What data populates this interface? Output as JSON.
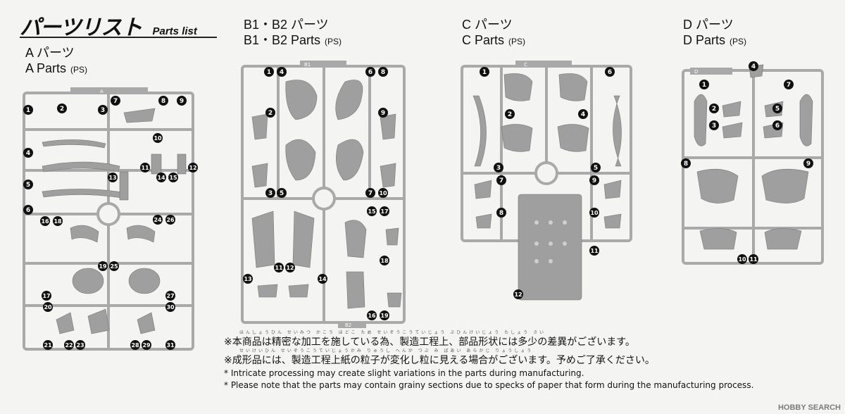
{
  "header": {
    "title_jp": "パーツリスト",
    "title_en": "Parts list"
  },
  "runners": [
    {
      "id": "A",
      "name_jp": "A パーツ",
      "name_en": "A Parts",
      "material": "(PS)",
      "tag": "A",
      "numbers": [
        "1",
        "2",
        "3",
        "4",
        "5",
        "6",
        "7",
        "8",
        "9",
        "10",
        "11",
        "12",
        "13",
        "14",
        "15",
        "16",
        "17",
        "18",
        "19",
        "20",
        "21",
        "22",
        "23",
        "24",
        "25",
        "26",
        "27",
        "28",
        "29",
        "30",
        "31"
      ]
    },
    {
      "id": "B",
      "name_jp": "B1・B2 パーツ",
      "name_en": "B1・B2 Parts",
      "material": "(PS)",
      "tag_top": "B1",
      "tag_bottom": "B2",
      "numbers": [
        "1",
        "2",
        "3",
        "4",
        "5",
        "6",
        "7",
        "8",
        "9",
        "10",
        "11",
        "12",
        "13",
        "14",
        "15",
        "16",
        "17",
        "18",
        "19"
      ]
    },
    {
      "id": "C",
      "name_jp": "C パーツ",
      "name_en": "C Parts",
      "material": "(PS)",
      "tag": "C",
      "numbers": [
        "1",
        "2",
        "3",
        "4",
        "5",
        "6",
        "7",
        "8",
        "9",
        "10",
        "11",
        "12"
      ]
    },
    {
      "id": "D",
      "name_jp": "D パーツ",
      "name_en": "D Parts",
      "material": "(PS)",
      "tag": "D",
      "numbers": [
        "1",
        "2",
        "3",
        "4",
        "5",
        "6",
        "7",
        "8",
        "9",
        "10",
        "11"
      ]
    }
  ],
  "notes": {
    "jp1": "※本商品は精密な加工を施している為、製造工程上、部品形状には多少の差異がございます。",
    "jp1_ruby": "ほんしょうひん せいみつ かこう ほどこ ため せいぞうこうていじょう ぶひんけいじょう たしょう さい",
    "jp2": "※成形品には、製造工程上紙の粒子が変化し粒に見える場合がございます。予めご了承ください。",
    "jp2_ruby": "せいけいひん せいぞうこうていじょうかみ りゅうし へんか つぶ み ばあい あらかじ りょうしょう",
    "en1": "* Intricate processing may create slight variations in the parts during manufacturing.",
    "en2": "* Please note that the parts may contain grainy sections due to specks of paper that form during the manufacturing process."
  },
  "watermark": "HOBBY SEARCH",
  "colors": {
    "sprue": "#a9a9a9",
    "part_fill": "#9f9f9f",
    "marker": "#111111"
  }
}
